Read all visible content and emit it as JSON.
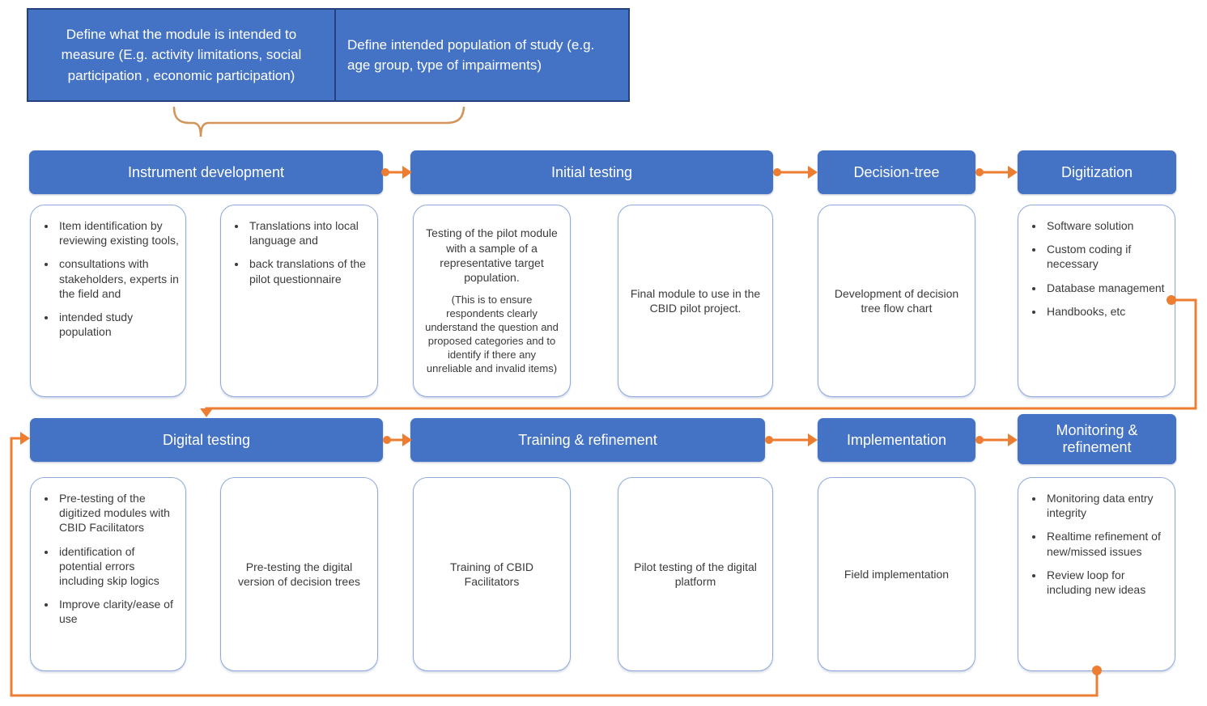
{
  "colors": {
    "header_bg": "#4472C4",
    "header_text": "#FFFFFF",
    "top_border": "#24417e",
    "box_border": "#8FAADC",
    "body_text": "#3B3B3B",
    "connector": "#ED7D31",
    "brace": "#D2955C",
    "background": "#FFFFFF"
  },
  "top_notes": [
    {
      "text": "Define what the module is intended to measure (E.g. activity limitations, social participation , economic participation)"
    },
    {
      "text": "Define intended population of study (e.g. age group, type of impairments)"
    }
  ],
  "row1": {
    "headers": [
      "Instrument development",
      "Initial testing",
      "Decision-tree",
      "Digitization"
    ],
    "boxes": {
      "instrument1": {
        "bullets": [
          "Item identification by reviewing existing tools,",
          "consultations with stakeholders, experts in the field and",
          "intended study population"
        ]
      },
      "instrument2": {
        "bullets": [
          "Translations into local language and",
          "back translations of the pilot questionnaire"
        ]
      },
      "initial1": {
        "p1": "Testing of the pilot module with a sample of a representative target population.",
        "p2": "(This is to ensure respondents clearly understand the question and proposed categories and to identify if there any unreliable and invalid items)"
      },
      "initial2": {
        "p1": "Final module to use in the CBID pilot project."
      },
      "decision1": {
        "p1": "Development of decision tree flow chart"
      },
      "digitization1": {
        "bullets": [
          "Software solution",
          "Custom coding if necessary",
          "Database management",
          "Handbooks, etc"
        ]
      }
    }
  },
  "row2": {
    "headers": [
      "Digital testing",
      "Training & refinement",
      "Implementation",
      "Monitoring & refinement"
    ],
    "boxes": {
      "digital1": {
        "bullets": [
          "Pre-testing of the digitized modules with CBID Facilitators",
          "identification of potential errors including skip logics",
          "Improve clarity/ease of use"
        ]
      },
      "digital2": {
        "p1": "Pre-testing the digital version of decision trees"
      },
      "training1": {
        "p1": "Training of CBID Facilitators"
      },
      "training2": {
        "p1": "Pilot testing of the digital platform"
      },
      "implementation1": {
        "p1": "Field implementation"
      },
      "monitoring1": {
        "bullets": [
          "Monitoring data entry integrity",
          "Realtime refinement of new/missed issues",
          "Review loop for including new ideas"
        ]
      }
    }
  }
}
